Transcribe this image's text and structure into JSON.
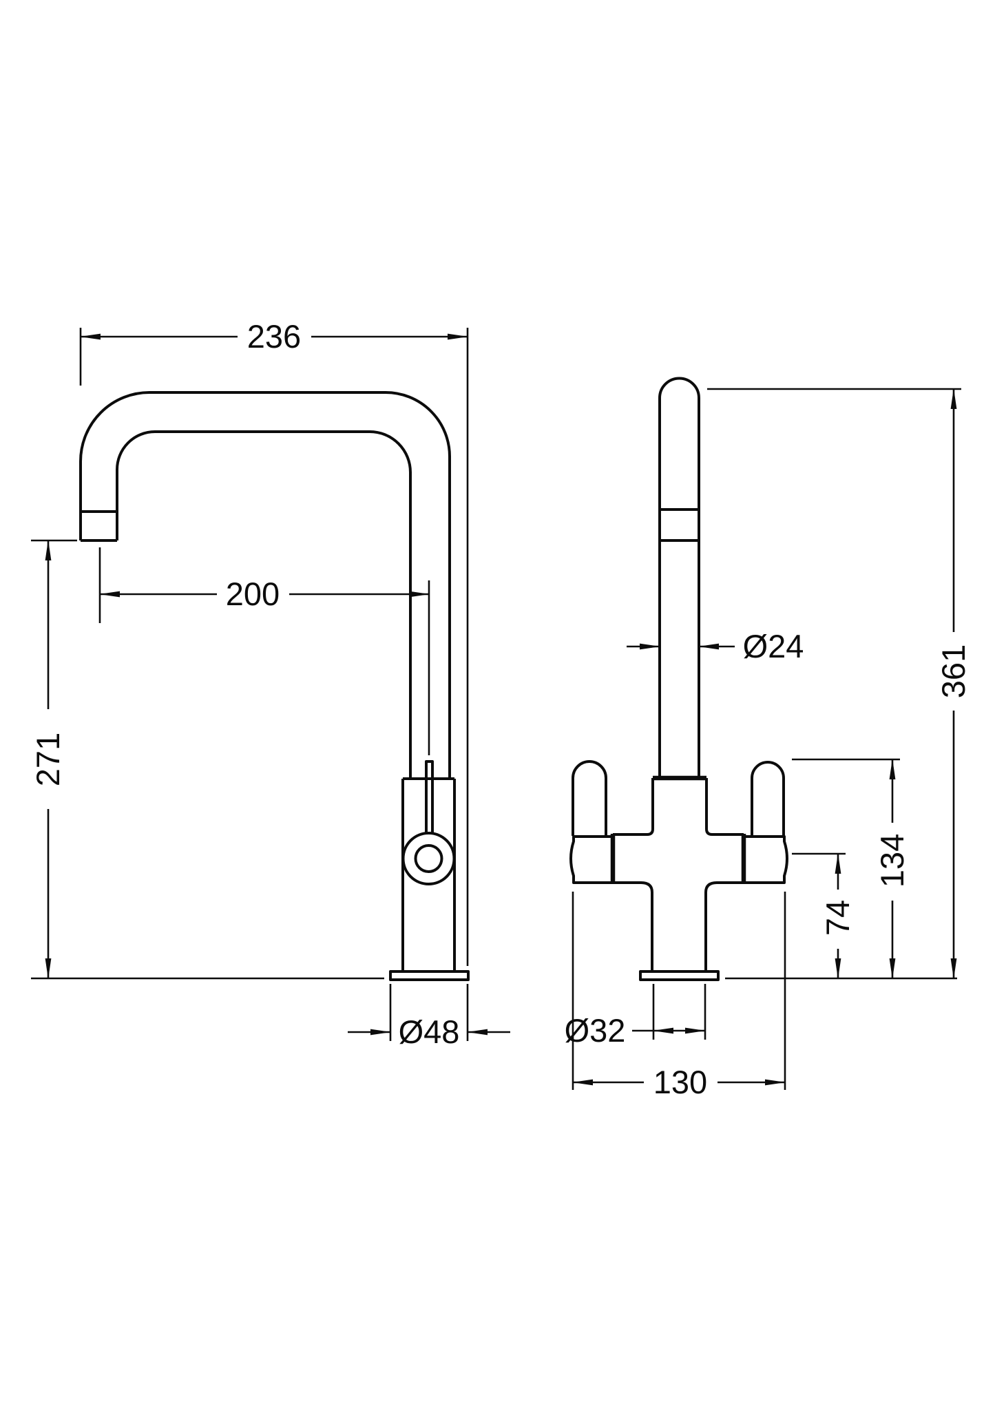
{
  "drawing": {
    "type": "technical-dimension-drawing",
    "subject": "kitchen mixer tap, two orthographic views",
    "line_color": "#0c0c0c",
    "background": "#ffffff",
    "dims": {
      "side": {
        "overall_width": "236",
        "spout_reach": "200",
        "spout_height": "271",
        "base_diameter": "Ø48"
      },
      "front": {
        "spout_diameter": "Ø24",
        "overall_height": "361",
        "handle_top_height": "134",
        "body_center_height": "74",
        "body_diameter": "Ø32",
        "handle_span": "130"
      }
    }
  }
}
